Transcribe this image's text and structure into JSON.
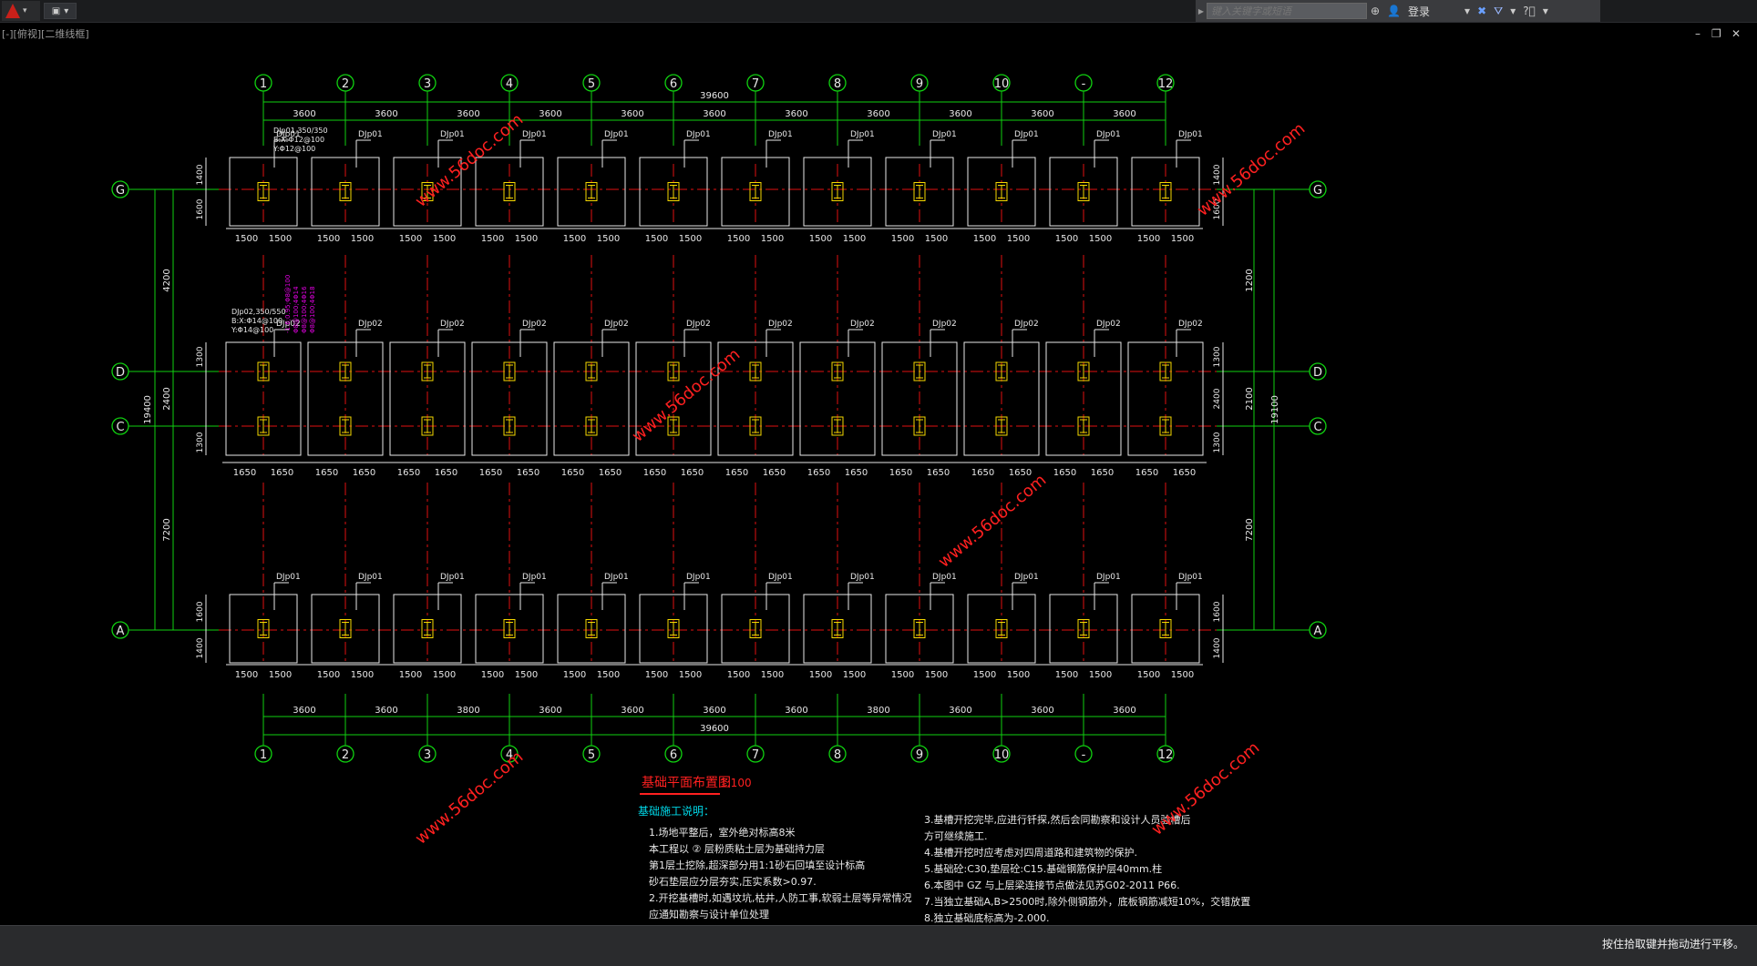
{
  "app": {
    "search_placeholder": "键入关键字或短语",
    "login_label": "登录",
    "file_tab": "[-][俯视][二维线框]",
    "status_message": "按住拾取键并拖动进行平移。"
  },
  "drawing": {
    "axis_numbers": [
      "1",
      "2",
      "3",
      "4",
      "5",
      "6",
      "7",
      "8",
      "9",
      "10",
      "-",
      "12"
    ],
    "axis_letters": [
      "G",
      "D",
      "C",
      "A"
    ],
    "total_top": "39600",
    "total_bottom": "39600",
    "spans_top": [
      "3600",
      "3600",
      "3600",
      "3600",
      "3600",
      "3600",
      "3600",
      "3600",
      "3600",
      "3600",
      "3600"
    ],
    "spans_bottom": [
      "3600",
      "3600",
      "3800",
      "3600",
      "3600",
      "3600",
      "3600",
      "3800",
      "3600",
      "3600",
      "3600"
    ],
    "footing_row1_label": "DJp01",
    "footing_row2_label": "DJp02",
    "footing_row3_label": "DJp01",
    "row1_dims": [
      "1500",
      "1500"
    ],
    "row2_dims": [
      "1650",
      "1650"
    ],
    "row3_dims": [
      "1500",
      "1500"
    ],
    "spec1": [
      "DJp01,350/350",
      "B:X:Φ12@100",
      "Y:Φ12@100"
    ],
    "spec2": [
      "DJp02,350/550",
      "B:X:Φ14@100",
      "Y:Φ14@100"
    ],
    "magenta_note": [
      "-1.6;0.95;Φ8@100",
      "Φ8@100;4Φ14",
      "Φ8@100;4Φ16",
      "Φ8@100;4Φ18"
    ],
    "left_dims": {
      "g_top": "1400",
      "g_bot": "1600",
      "g_d": "4200",
      "d_c": "2400",
      "d_top": "1300",
      "c_bot": "1300",
      "c_a": "7200",
      "a_top": "1600",
      "a_bot": "1400",
      "total": "19400"
    },
    "right_dims": {
      "g_top": "1400",
      "g_bot": "1600",
      "g_d": "1200",
      "d_top": "1300",
      "d_c": "2400",
      "c_bot": "1300",
      "dc2": "2100",
      "c_a": "7200",
      "a_top": "1600",
      "a_bot": "1400",
      "total": "19100"
    },
    "title": "基础平面布置图",
    "scale": "1:100",
    "notes_heading": "基础施工说明：",
    "notes_left": [
      "1.场地平整后，室外绝对标高8米",
      "  本工程以 ② 层粉质粘土层为基础持力层",
      "  第1层土挖除,超深部分用1:1砂石回填至设计标高",
      "  砂石垫层应分层夯实,压实系数>0.97.",
      "2.开挖基槽时,如遇坟坑,枯井,人防工事,软弱土层等异常情况",
      "  应通知勘察与设计单位处理"
    ],
    "notes_right": [
      "3.基槽开挖完毕,应进行钎探,然后会同勘察和设计人员验槽后",
      "  方可继续施工.",
      "4.基槽开挖时应考虑对四周道路和建筑物的保护.",
      "5.基础砼:C30,垫层砼:C15.基础钢筋保护层40mm.柱",
      "6.本图中 GZ 与上层梁连接节点做法见苏G02-2011 P66.",
      "7.当独立基础A,B>2500时,除外侧钢筋外，底板钢筋减短10%，交错放置",
      "8.独立基础底标高为-2.000."
    ],
    "watermark": "www.56doc.com"
  },
  "colors": {
    "grid": "#10d010",
    "axis": "#e01010",
    "white": "#e8e8e8",
    "yellow": "#f5d800",
    "magenta": "#e000e0",
    "cyan": "#00d8e8",
    "red_title": "#ff2020"
  }
}
